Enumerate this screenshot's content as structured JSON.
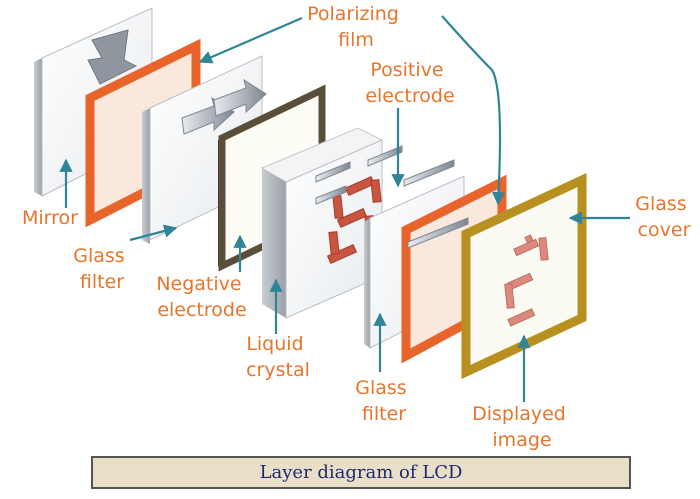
{
  "labels": {
    "polarizing_film": [
      "Polarizing",
      "film"
    ],
    "positive_electrode": [
      "Positive",
      "electrode"
    ],
    "mirror": [
      "Mirror"
    ],
    "glass_filter_left": [
      "Glass",
      "filter"
    ],
    "negative_electrode": [
      "Negative",
      "electrode"
    ],
    "liquid_crystal": [
      "Liquid",
      "crystal"
    ],
    "glass_filter_right": [
      "Glass",
      "filter"
    ],
    "displayed_image": [
      "Displayed",
      "image"
    ],
    "glass_cover": [
      "Glass",
      "cover"
    ]
  },
  "caption": "Layer diagram of LCD",
  "colors": {
    "label_orange": "#e8752b",
    "arrow_teal": "#2f8596",
    "glass_orange": "#e8642a",
    "electrode_dark": "#5a4e3a",
    "cover_gold": "#b89020",
    "segment_red": "#c9543f",
    "caption_bg": "#e9dfc6"
  }
}
